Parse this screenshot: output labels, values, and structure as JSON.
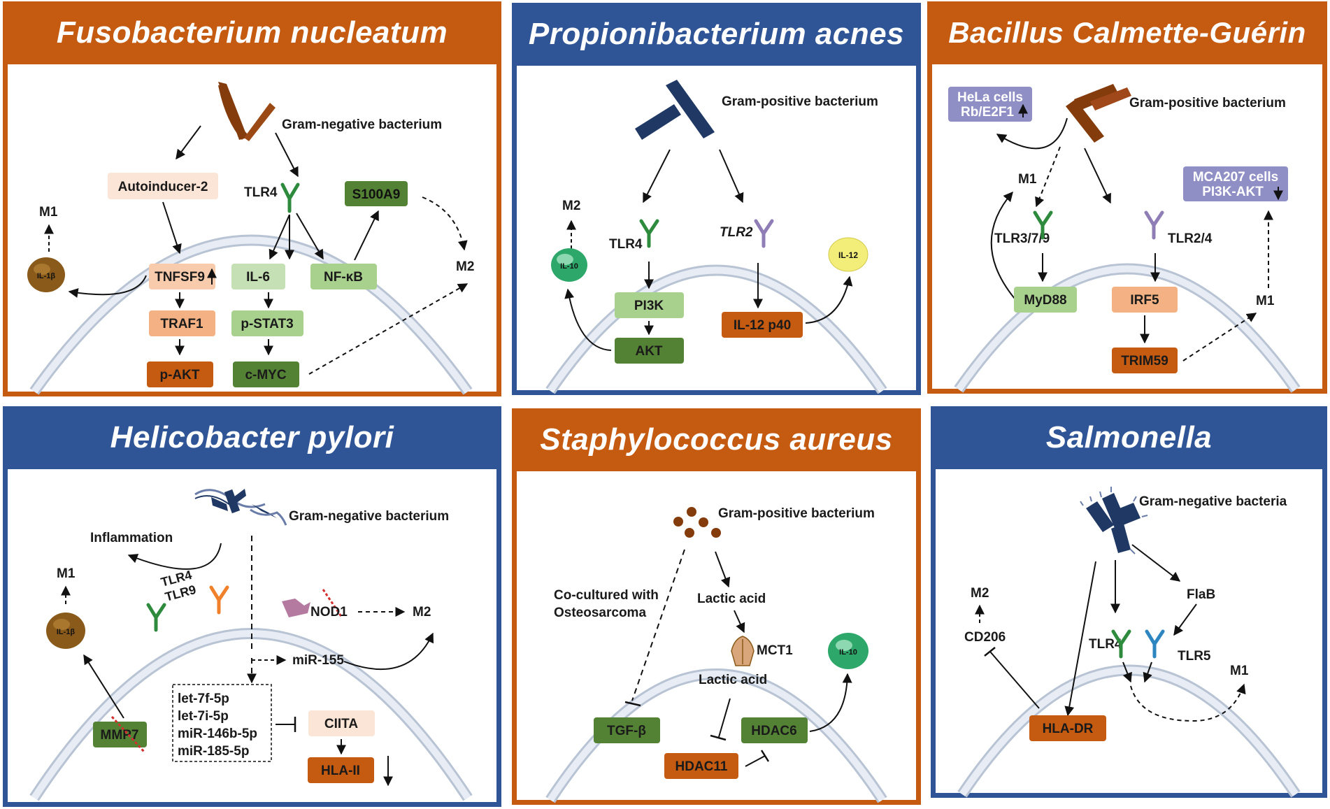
{
  "colors": {
    "orange_header": "#c55a11",
    "blue_header": "#2f5597",
    "dark_green": "#548235",
    "light_green": "#a9d18e",
    "dark_orange": "#c55a11",
    "light_orange": "#f8cbad",
    "very_light_orange": "#fbe5d6",
    "lavender": "#8f8fc6",
    "bacterium_brown": "#843c0c",
    "bacterium_navy": "#203864"
  },
  "panels": {
    "fuso": {
      "title": "Fusobacterium nucleatum",
      "bacterium_type": "Gram-negative bacterium",
      "autoinducer": "Autoinducer-2",
      "tlr4": "TLR4",
      "s100a9": "S100A9",
      "m1": "M1",
      "m2": "M2",
      "il1b": "IL-1β",
      "tnfsf9": "TNFSF9",
      "il6": "IL-6",
      "nfkb": "NF-κB",
      "traf1": "TRAF1",
      "pstat3": "p-STAT3",
      "pakt": "p-AKT",
      "cmyc": "c-MYC"
    },
    "prop": {
      "title": "Propionibacterium acnes",
      "bacterium_type": "Gram-positive bacterium",
      "m2": "M2",
      "tlr4": "TLR4",
      "tlr2": "TLR2",
      "il10": "IL-10",
      "il12": "IL-12",
      "pi3k": "PI3K",
      "akt": "AKT",
      "il12p40": "IL-12 p40"
    },
    "bcg": {
      "title": "Bacillus Calmette-Guérin",
      "bacterium_type": "Gram-positive bacterium",
      "hela_line1": "HeLa cells",
      "hela_line2": "Rb/E2F1",
      "mca_line1": "MCA207 cells",
      "mca_line2": "PI3K-AKT",
      "m1_top": "M1",
      "m1_right": "M1",
      "tlr379": "TLR3/7/9",
      "tlr24": "TLR2/4",
      "myd88": "MyD88",
      "irf5": "IRF5",
      "trim59": "TRIM59"
    },
    "hp": {
      "title": "Helicobacter pylori",
      "bacterium_type": "Gram-negative bacterium",
      "inflammation": "Inflammation",
      "m1": "M1",
      "m2": "M2",
      "tlr4": "TLR4",
      "tlr9": "TLR9",
      "nod1": "NOD1",
      "il1b": "IL-1β",
      "mir155": "miR-155",
      "mirs": [
        "let-7f-5p",
        "let-7i-5p",
        "miR-146b-5p",
        "miR-185-5p"
      ],
      "ciita": "CIITA",
      "mmp7": "MMP7",
      "hla2": "HLA-II"
    },
    "sa": {
      "title": "Staphylococcus aureus",
      "bacterium_type": "Gram-positive bacterium",
      "cocultured_line1": "Co-cultured with",
      "cocultured_line2": "Osteosarcoma",
      "lactic_acid_out": "Lactic acid",
      "mct1": "MCT1",
      "lactic_acid_in": "Lactic acid",
      "il10": "IL-10",
      "tgfb": "TGF-β",
      "hdac6": "HDAC6",
      "hdac11": "HDAC11"
    },
    "sal": {
      "title": "Salmonella",
      "bacterium_type": "Gram-negative bacteria",
      "m2": "M2",
      "flab": "FlaB",
      "cd206": "CD206",
      "tlr4": "TLR4",
      "tlr5": "TLR5",
      "m1": "M1",
      "hladr": "HLA-DR"
    }
  }
}
